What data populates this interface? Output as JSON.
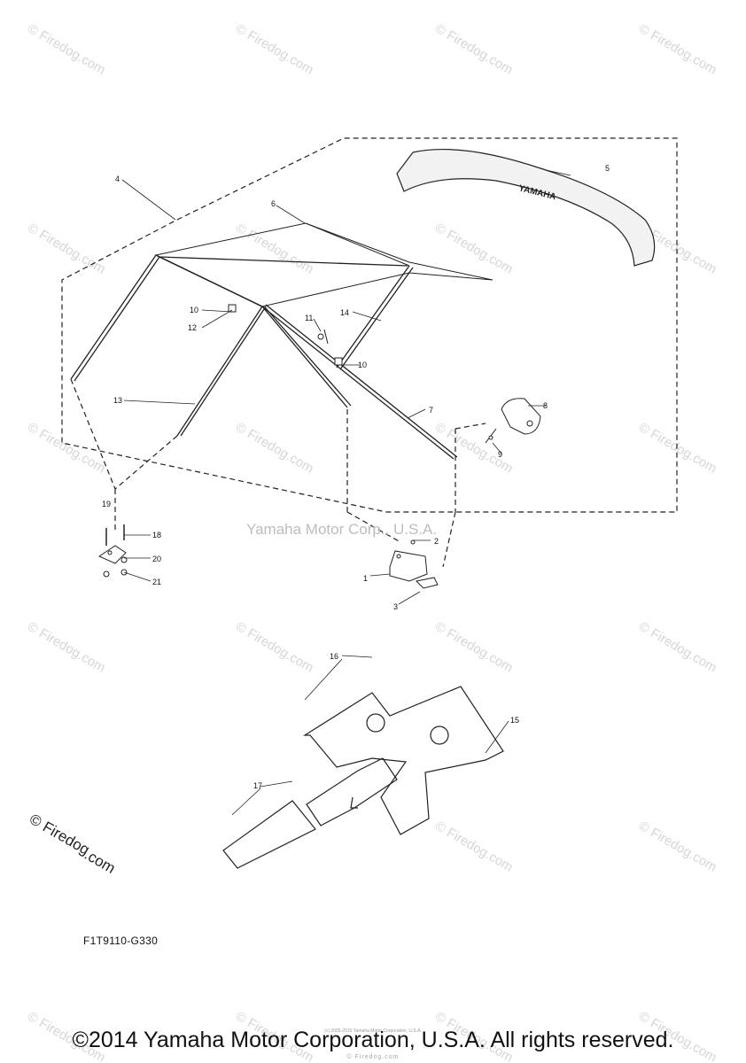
{
  "watermark": {
    "text": "© Firedog.com",
    "center_text": "Yamaha Motor Corp., U.S.A.",
    "logo_line1": "© Firedog",
    "logo_line2": ".com"
  },
  "parts": [
    {
      "label": "1"
    },
    {
      "label": "2"
    },
    {
      "label": "3"
    },
    {
      "label": "4"
    },
    {
      "label": "5"
    },
    {
      "label": "6"
    },
    {
      "label": "7"
    },
    {
      "label": "8"
    },
    {
      "label": "9"
    },
    {
      "label": "10"
    },
    {
      "label": "10"
    },
    {
      "label": "11"
    },
    {
      "label": "12"
    },
    {
      "label": "13"
    },
    {
      "label": "14"
    },
    {
      "label": "15"
    },
    {
      "label": "16"
    },
    {
      "label": "17"
    },
    {
      "label": "18"
    },
    {
      "label": "19"
    },
    {
      "label": "20"
    },
    {
      "label": "21"
    }
  ],
  "bimini": {
    "logo": "YAMAHA"
  },
  "drawing_code": "F1T9110-G330",
  "copyright": "©2014 Yamaha Motor Corporation, U.S.A. All rights reserved.",
  "tiny_note": "(c) 2005-2015 Yamaha Motor Corporation, U.S.A.",
  "bottom_strip": "© Firedog.com"
}
